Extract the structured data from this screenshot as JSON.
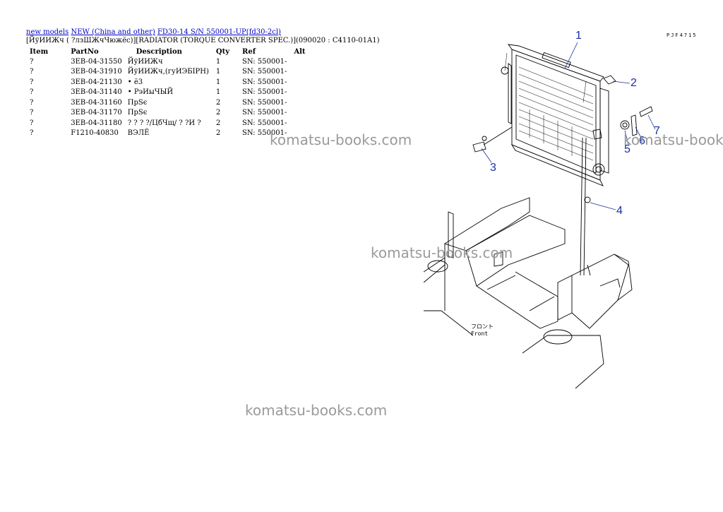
{
  "breadcrumb": {
    "links": [
      "new models",
      "NEW (China and other)",
      "FD30-14 S/N 550001-UP(fd30-2cl)"
    ]
  },
  "page_title": "[ЙўИИЖч ( ?лзШЖчЧюжёс)][RADIATOR (TORQUE CONVERTER SPEC.)](090020 : C4110-01A1)",
  "table": {
    "headers": [
      "Item",
      "PartNo",
      "Description",
      "Qty",
      "Ref",
      "Alt"
    ],
    "rows": [
      {
        "item": "?",
        "partno": "3EB-04-31550",
        "description": "ЙўИИЖч",
        "qty": "1",
        "ref": "SN: 550001-",
        "alt": ""
      },
      {
        "item": "?",
        "partno": "3EB-04-31910",
        "description": "ЙўИИЖч,(гуИЭБІРН)",
        "qty": "1",
        "ref": "SN: 550001-",
        "alt": ""
      },
      {
        "item": "?",
        "partno": "3EB-04-21130",
        "description": "• ё3",
        "qty": "1",
        "ref": "SN: 550001-",
        "alt": ""
      },
      {
        "item": "?",
        "partno": "3EB-04-31140",
        "description": "• РэИыЧЫЙ",
        "qty": "1",
        "ref": "SN: 550001-",
        "alt": ""
      },
      {
        "item": "?",
        "partno": "3EB-04-31160",
        "description": "ПрЅє",
        "qty": "2",
        "ref": "SN: 550001-",
        "alt": ""
      },
      {
        "item": "?",
        "partno": "3EB-04-31170",
        "description": "ПрЅє",
        "qty": "2",
        "ref": "SN: 550001-",
        "alt": ""
      },
      {
        "item": "?",
        "partno": "3EB-04-31180",
        "description": "? ? ? ?/ЦбЧщ/ ? ?И ?",
        "qty": "2",
        "ref": "SN: 550001-",
        "alt": ""
      },
      {
        "item": "?",
        "partno": "F1210-40830",
        "description": "ВЭЛЁ",
        "qty": "2",
        "ref": "SN: 550001-",
        "alt": ""
      }
    ]
  },
  "diagram": {
    "ref_code": "PJF4715",
    "callouts": [
      "1",
      "2",
      "3",
      "4",
      "5",
      "6",
      "7"
    ],
    "front_label": [
      "フロント",
      "Front"
    ]
  },
  "watermarks": [
    "komatsu-books.com",
    "komatsu-books.com",
    "komatsu-books.com",
    "komatsu-books.com"
  ]
}
